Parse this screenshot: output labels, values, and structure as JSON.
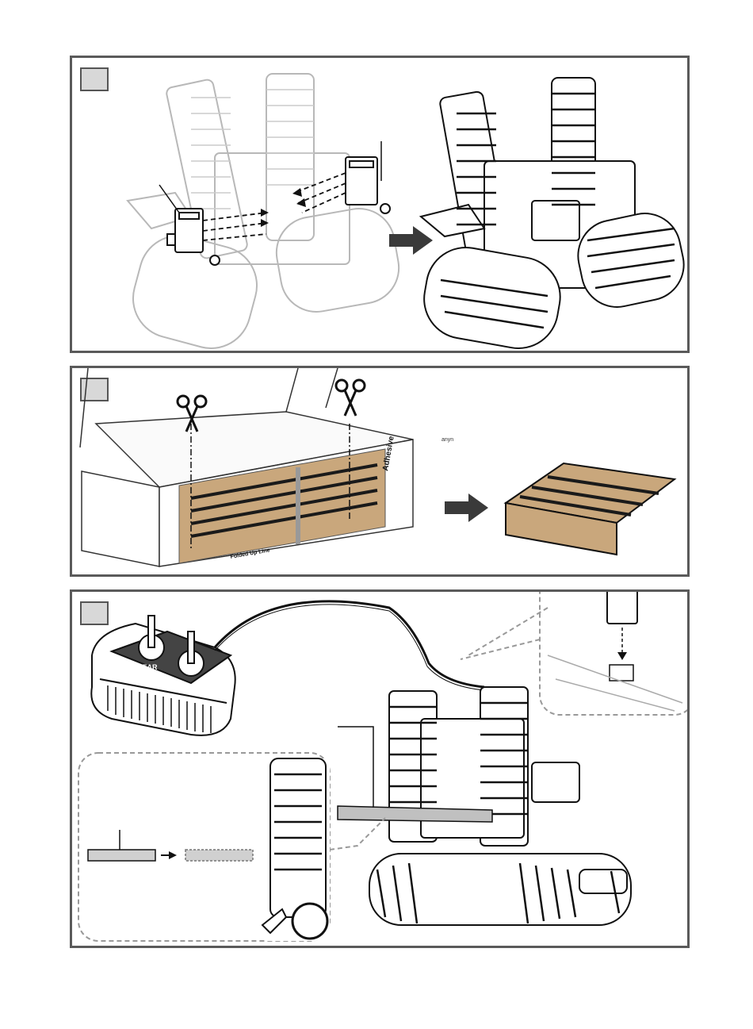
{
  "steps": [
    {
      "id": "step-1",
      "label": ""
    },
    {
      "id": "step-2",
      "label": ""
    },
    {
      "id": "step-3",
      "label": ""
    }
  ],
  "box_texts": {
    "adhesive": "Adhesive",
    "folded_up_line": "Folded Up Line",
    "small_mark": "anyn"
  },
  "controller_logo": "BEAR",
  "colors": {
    "frame": "#5a5a5a",
    "step_box": "#d8d8d8",
    "wood": "#c9a77c",
    "dark_stripe": "#1a1a1a",
    "arrow": "#3a3a3a",
    "ghost": "#bdbdbd"
  }
}
